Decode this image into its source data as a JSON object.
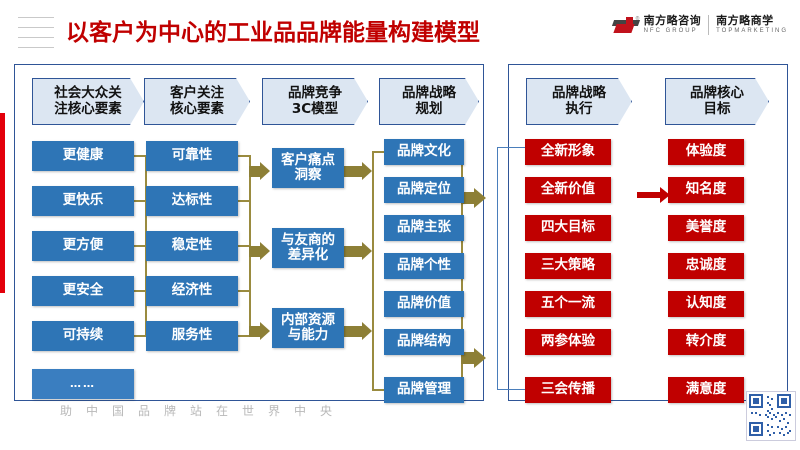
{
  "header": {
    "title": "以客户为中心的工业品品牌能量构建模型",
    "title_color": "#c00000",
    "logo": {
      "brand_cn": "南方略咨询",
      "brand_en": "NFC GROUP",
      "brand2_cn": "南方略商学",
      "brand2_en": "TOPMARKETING"
    }
  },
  "theme": {
    "blue": "#2e75b6",
    "red": "#c00000",
    "header_fill": "#dce6f2",
    "header_border": "#2f5597",
    "connector": "#8d7f36"
  },
  "columns": [
    {
      "id": "social-focus",
      "header": "社会大众关\n注核心要素",
      "header_line1": "社会大众关",
      "header_line2": "注核心要素",
      "color": "#2e75b6",
      "items": [
        "更健康",
        "更快乐",
        "更方便",
        "更安全",
        "可持续",
        "……"
      ]
    },
    {
      "id": "customer-focus",
      "header_line1": "客户关注",
      "header_line2": "核心要素",
      "color": "#2e75b6",
      "items": [
        "可靠性",
        "达标性",
        "稳定性",
        "经济性",
        "服务性"
      ]
    },
    {
      "id": "brand-3c",
      "header_line1": "品牌竞争",
      "header_line2": "3C模型",
      "color": "#2e75b6",
      "items": [
        "客户痛点\n洞察",
        "与友商的\n差异化",
        "内部资源\n与能力"
      ],
      "items_l1": [
        "客户痛点",
        "与友商的",
        "内部资源"
      ],
      "items_l2": [
        "洞察",
        "差异化",
        "与能力"
      ]
    },
    {
      "id": "brand-strategy-planning",
      "header_line1": "品牌战略",
      "header_line2": "规划",
      "color": "#2e75b6",
      "items": [
        "品牌文化",
        "品牌定位",
        "品牌主张",
        "品牌个性",
        "品牌价值",
        "品牌结构",
        "品牌管理"
      ]
    },
    {
      "id": "brand-strategy-execution",
      "header_line1": "品牌战略",
      "header_line2": "执行",
      "color": "#c00000",
      "items": [
        "全新形象",
        "全新价值",
        "四大目标",
        "三大策略",
        "五个一流",
        "两参体验",
        "三会传播"
      ]
    },
    {
      "id": "brand-core-goals",
      "header_line1": "品牌核心",
      "header_line2": "目标",
      "color": "#c00000",
      "items": [
        "体验度",
        "知名度",
        "美誉度",
        "忠诚度",
        "认知度",
        "转介度",
        "满意度"
      ]
    }
  ],
  "footer": {
    "watermark": "助中国品牌站在世界中央"
  },
  "icons": {
    "qr": "qr-code-icon",
    "logo_mark": "nfc-logo-icon"
  }
}
